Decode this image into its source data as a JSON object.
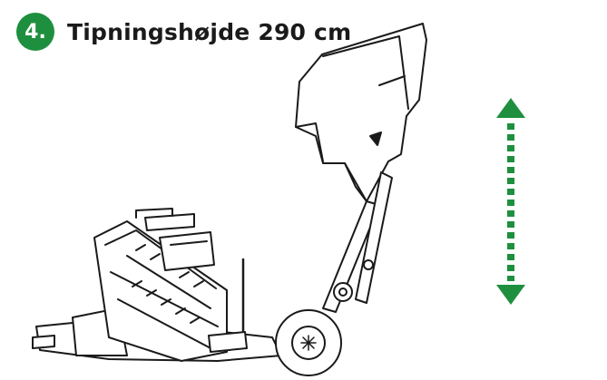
{
  "step": {
    "number": "4.",
    "title": "Tipningshøjde 290 cm"
  },
  "colors": {
    "accent": "#1e8f3e",
    "line": "#1a1a1a"
  },
  "icons": {
    "height_indicator": "double-arrow-vertical-dotted-icon",
    "illustration": "dumper-trailer-tipping-illustration"
  }
}
